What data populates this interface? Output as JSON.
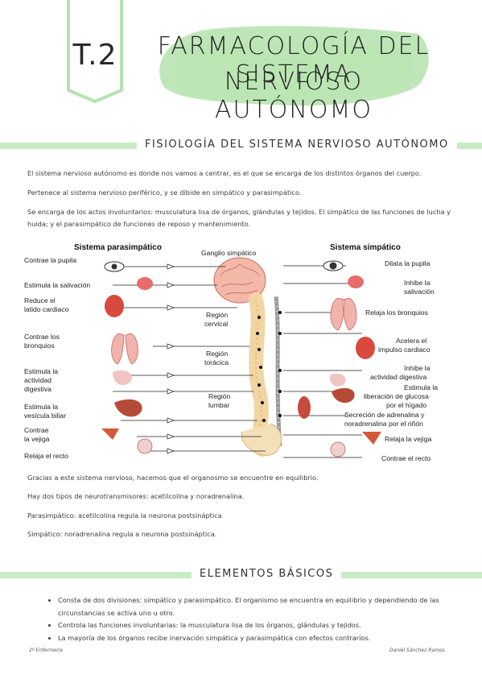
{
  "header": {
    "tab_label": "T.2",
    "title_line1": "FARMACOLOGÍA DEL SISTEMA",
    "title_line2": "NERVIOSO AUTÓNOMO"
  },
  "section1": {
    "title": "FISIOLOGÍA DEL SISTEMA NERVIOSO AUTÓNOMO",
    "p1": "El sistema nervioso autónomo es donde nos vamos a centrar, es el que se encarga de los distintos órganos del cuerpo.",
    "p2": "Pertenece al sistema nervioso periférico, y se dibide en simpático y parasimpático.",
    "p3": "Se encarga de los actos involuntarios: musculatura lisa de órganos, glándulas y tejidos. El simpático de las funciones de lucha y huida; y el parasimpático de funciones de reposo y mantenimiento."
  },
  "figure": {
    "left_heading": "Sistema parasimpático",
    "center_heading": "Ganglio simpático",
    "right_heading": "Sistema simpático",
    "left_labels": [
      "Contrae la pupila",
      "Estimula la salivación",
      "Reduce el",
      "latido cardiaco",
      "Contrae los",
      "bronquios",
      "Estimula la",
      "actividad",
      "digestiva",
      "Estimula la",
      "vesícula biliar",
      "Contrae",
      "la vejiga",
      "Relaja el recto"
    ],
    "center_labels": [
      "Región",
      "cervical",
      "Región",
      "torácica",
      "Región",
      "lumbar"
    ],
    "right_labels": [
      "Dilata la pupila",
      "Inhibe la",
      "salivación",
      "Relaja los bronquios",
      "Acelera el",
      "impulso cardiaco",
      "Inhibe la",
      "actividad digestiva",
      "Estimula la",
      "liberación de glucosa",
      "por el hígado",
      "Secreción de adrenalina y",
      "noradrenalina por el riñón",
      "Relaja la vejiga",
      "Contrae el recto"
    ]
  },
  "section1_after": {
    "p4": "Gracias a este sistema nervioso, hacemos que el organosmo se encuentre en equilibrio.",
    "p5": "Hay dos tipos de neurotransmisores: acetilcolina y noradrenalina.",
    "p6": "Parasimpático: acetilcolina regula la neurona postsináptica",
    "p7": "Simpático: noradrenalina regula a neurona postsináptica."
  },
  "section2": {
    "title": "ELEMENTOS BÁSICOS",
    "bullets": [
      "Consta de dos divisiones: simpático y parasimpático. El organismo se encuentra en equilibrio y dependiendo de las circunstancias se activa uno u otro.",
      "Controla las funciones involuntarias: la musculatura lisa de los órganos, glándulas y tejidos.",
      "La mayoría de los órganos recibe inervación simpática y parasimpática con efectos contrarios."
    ]
  },
  "footer": {
    "left": "2º Enfermería",
    "right": "Daniel Sánchez Ramos"
  },
  "colors": {
    "accent_green": "#c8ecc6",
    "wash_green": "#a9dea0"
  }
}
